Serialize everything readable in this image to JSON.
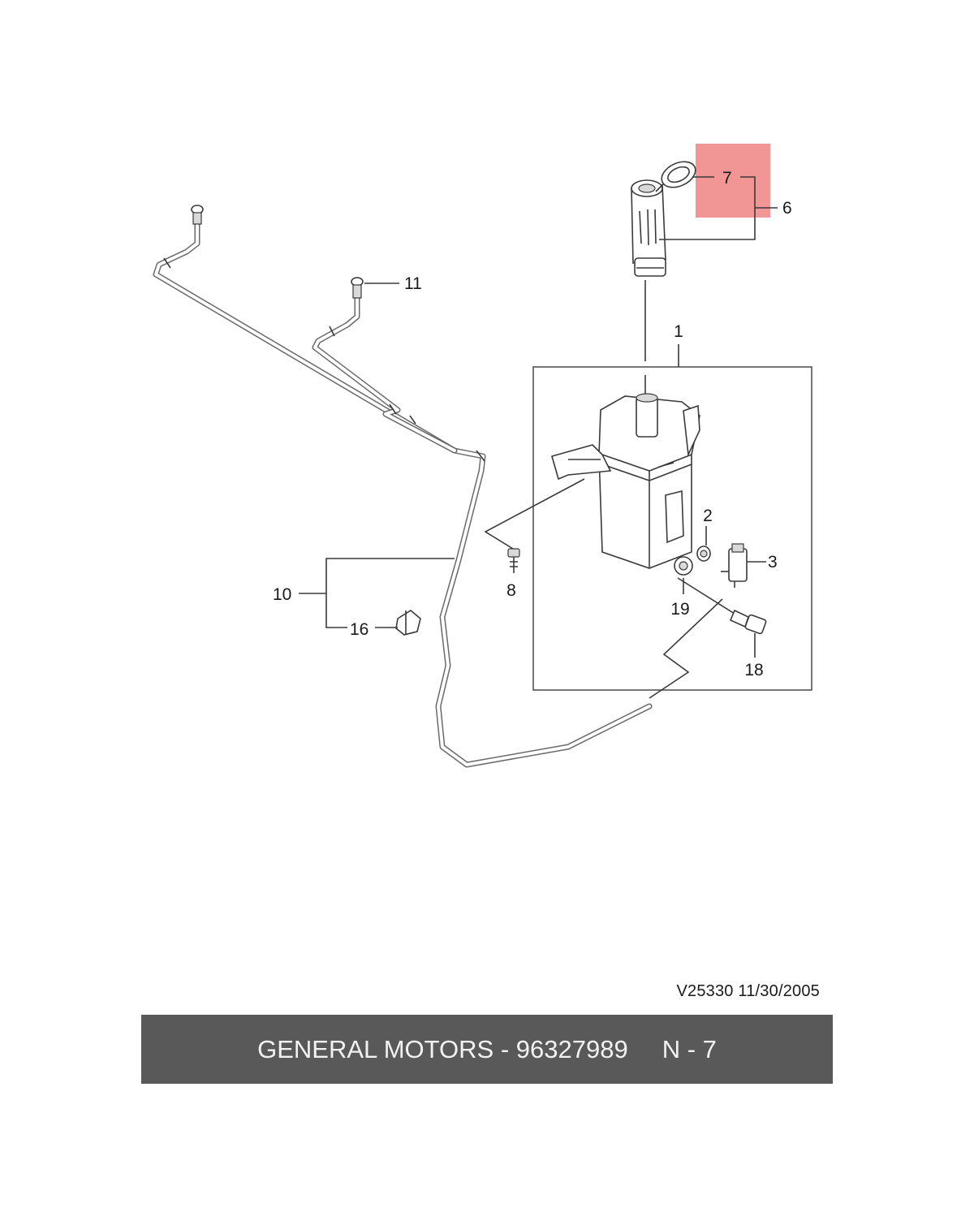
{
  "diagram": {
    "reference_code": "V25330  11/30/2005",
    "highlight_color": "#f08a8a",
    "callouts": {
      "c1": "1",
      "c2": "2",
      "c3": "3",
      "c6": "6",
      "c7": "7",
      "c8": "8",
      "c10": "10",
      "c11": "11",
      "c16": "16",
      "c18": "18",
      "c19": "19"
    }
  },
  "footer": {
    "brand_part": "GENERAL MOTORS - 96327989",
    "page": "N - 7",
    "bar_color": "#595959"
  }
}
